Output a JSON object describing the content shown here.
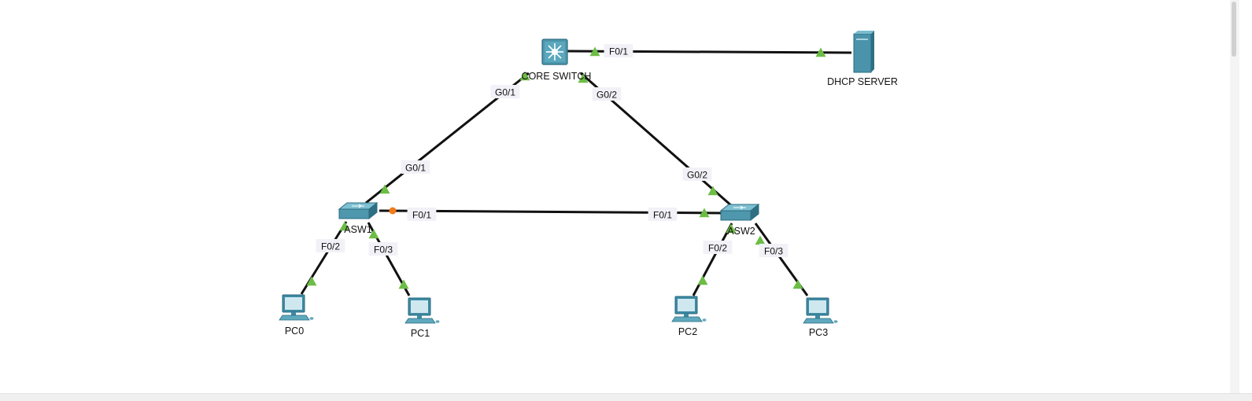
{
  "colors": {
    "cable": "#111111",
    "link_up": "#6cbd45",
    "link_blocking": "#f07b18",
    "device_blue": "#4e97ad",
    "device_dark": "#2b6b80",
    "label_bg": "#f1f1f7",
    "text": "#111111"
  },
  "devices": [
    {
      "id": "core",
      "name": "CORE SWITCH",
      "icon": "multilayer-switch-icon"
    },
    {
      "id": "dhcp",
      "name": "DHCP SERVER",
      "icon": "server-icon"
    },
    {
      "id": "asw1",
      "name": "ASW1",
      "icon": "switch-icon"
    },
    {
      "id": "asw2",
      "name": "ASW2",
      "icon": "switch-icon"
    },
    {
      "id": "pc0",
      "name": "PC0",
      "icon": "pc-icon"
    },
    {
      "id": "pc1",
      "name": "PC1",
      "icon": "pc-icon"
    },
    {
      "id": "pc2",
      "name": "PC2",
      "icon": "pc-icon"
    },
    {
      "id": "pc3",
      "name": "PC3",
      "icon": "pc-icon"
    }
  ],
  "links": [
    {
      "id": "core-dhcp",
      "a": "core",
      "b": "dhcp",
      "a_port": "F0/1",
      "b_port": "",
      "a_state": "up",
      "b_state": "up"
    },
    {
      "id": "core-asw1",
      "a": "core",
      "b": "asw1",
      "a_port": "G0/1",
      "b_port": "G0/1",
      "a_state": "up",
      "b_state": "up"
    },
    {
      "id": "core-asw2",
      "a": "core",
      "b": "asw2",
      "a_port": "G0/2",
      "b_port": "G0/2",
      "a_state": "up",
      "b_state": "up"
    },
    {
      "id": "asw1-asw2",
      "a": "asw1",
      "b": "asw2",
      "a_port": "F0/1",
      "b_port": "F0/1",
      "a_state": "blocking",
      "b_state": "up"
    },
    {
      "id": "asw1-pc0",
      "a": "asw1",
      "b": "pc0",
      "a_port": "F0/2",
      "b_port": "",
      "a_state": "up",
      "b_state": "up"
    },
    {
      "id": "asw1-pc1",
      "a": "asw1",
      "b": "pc1",
      "a_port": "F0/3",
      "b_port": "",
      "a_state": "up",
      "b_state": "up"
    },
    {
      "id": "asw2-pc2",
      "a": "asw2",
      "b": "pc2",
      "a_port": "F0/2",
      "b_port": "",
      "a_state": "up",
      "b_state": "up"
    },
    {
      "id": "asw2-pc3",
      "a": "asw2",
      "b": "pc3",
      "a_port": "F0/3",
      "b_port": "",
      "a_state": "up",
      "b_state": "up"
    }
  ]
}
